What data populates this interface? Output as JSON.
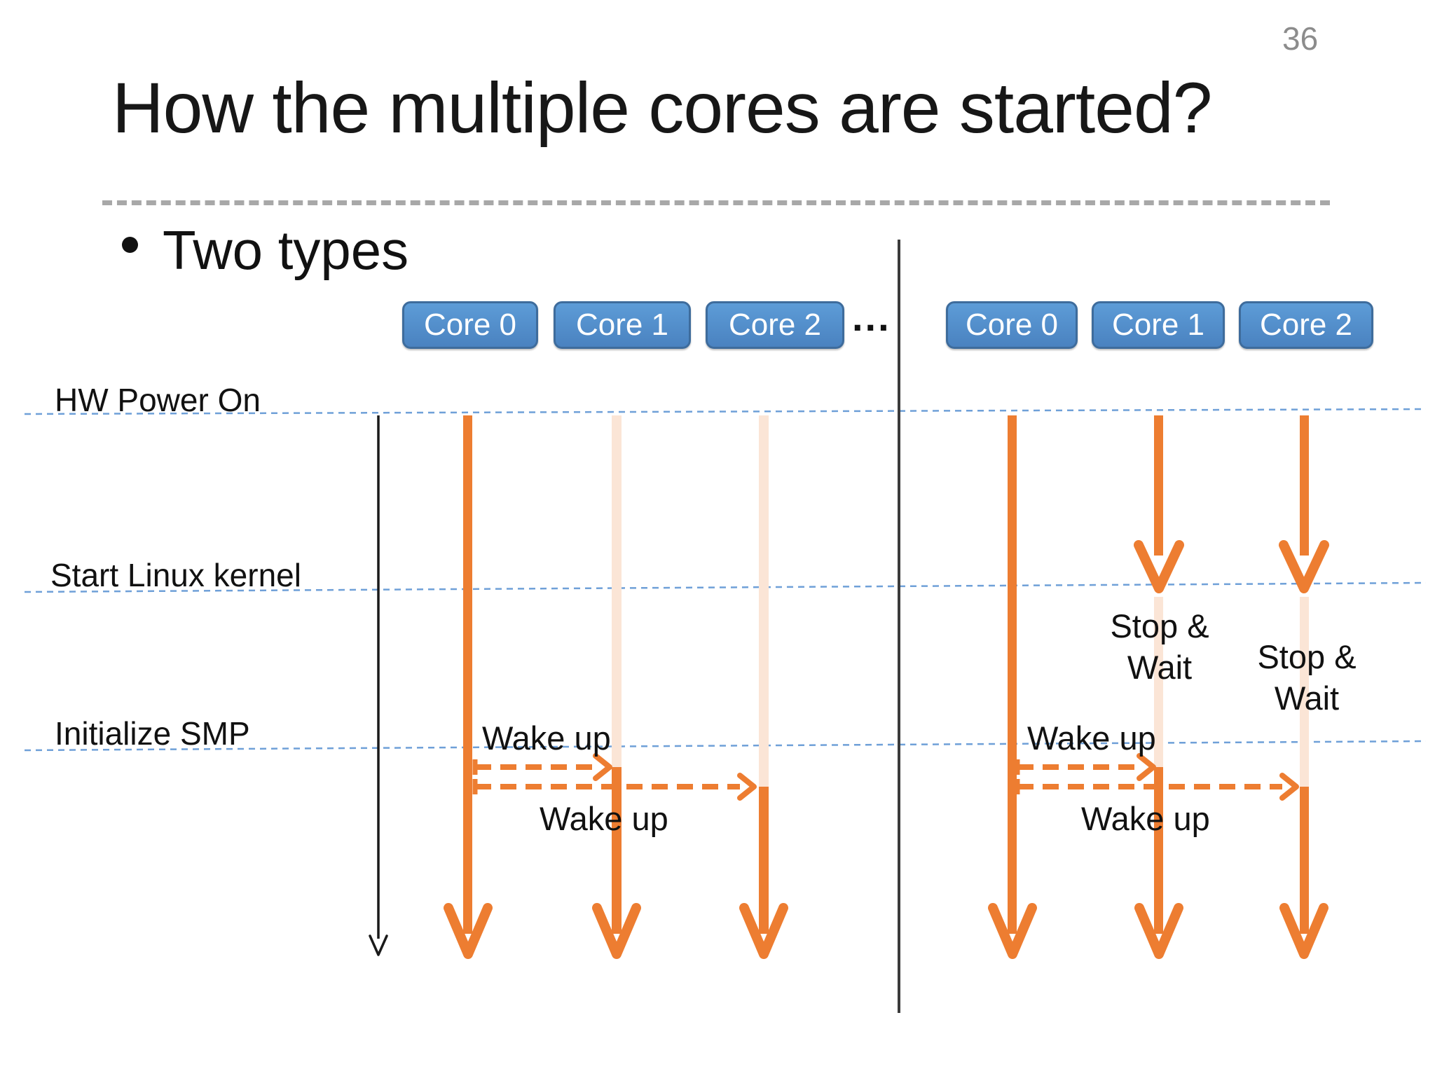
{
  "slide": {
    "page_number": "36",
    "title": "How the multiple cores are started?",
    "bullet": "Two types"
  },
  "timeline": {
    "labels": [
      "HW Power On",
      "Start Linux kernel",
      "Initialize SMP"
    ]
  },
  "left_diagram": {
    "core_buttons": [
      "Core 0",
      "Core 1",
      "Core 2"
    ],
    "ellipsis": "...",
    "wake_up_core1": "Wake up",
    "wake_up_core2": "Wake up"
  },
  "right_diagram": {
    "core_buttons": [
      "Core 0",
      "Core 1",
      "Core 2"
    ],
    "stop_wait_core1": {
      "line1": "Stop &",
      "line2": "Wait"
    },
    "stop_wait_core2": {
      "line1": "Stop &",
      "line2": "Wait"
    },
    "wake_up_core1": "Wake up",
    "wake_up_core2": "Wake up"
  },
  "colors": {
    "accent_orange": "#ED7D31",
    "pale_orange": "#FBE5D6",
    "core_button_blue": "#4A82C0",
    "core_button_border": "#3E6C9C",
    "timeline_dash_blue": "#6FA0D8",
    "divider_gray": "#A8A8A8",
    "page_number_gray": "#8C8C8C",
    "axis_black": "#1A1A1A"
  }
}
